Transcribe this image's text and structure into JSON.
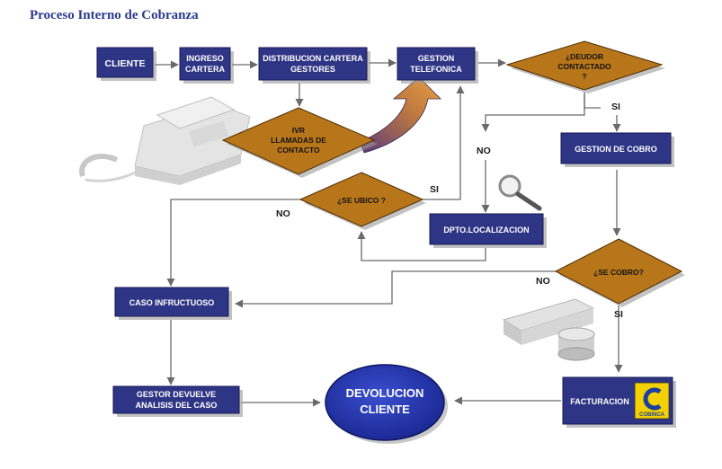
{
  "title": "Proceso Interno de Cobranza",
  "nodes": {
    "cliente": "CLIENTE",
    "ingreso_cartera": [
      "INGRESO",
      "CARTERA"
    ],
    "distribucion": [
      "DISTRIBUCION CARTERA",
      "GESTORES"
    ],
    "gestion_telefonica": [
      "GESTION",
      "TELEFONICA"
    ],
    "deudor_contactado": [
      "¿DEUDOR",
      "CONTACTADO",
      "?"
    ],
    "ivr": [
      "IVR",
      "LLAMADAS DE",
      "CONTACTO"
    ],
    "gestion_cobro": "GESTION DE COBRO",
    "se_ubico": "¿SE UBICO ?",
    "dpto_localizacion": "DPTO.LOCALIZACION",
    "se_cobro": "¿SE COBRO?",
    "caso_infructuoso": "CASO INFRUCTUOSO",
    "gestor_devuelve": [
      "GESTOR DEVUELVE",
      "ANALISIS DEL CASO"
    ],
    "devolucion_cliente": [
      "DEVOLUCION",
      "CLIENTE"
    ],
    "facturacion": "FACTURACION",
    "logo_text": "COBINCA"
  },
  "labels": {
    "si_contactado": "SI",
    "no_contactado": "NO",
    "si_ubico": "SI",
    "no_ubico": "NO",
    "no_cobro": "NO",
    "si_cobro": "SI"
  },
  "colors": {
    "box": "#2f3585",
    "diamond": "#b8761a",
    "title": "#2b3a8c",
    "ellipse": "#1f2fa8"
  }
}
